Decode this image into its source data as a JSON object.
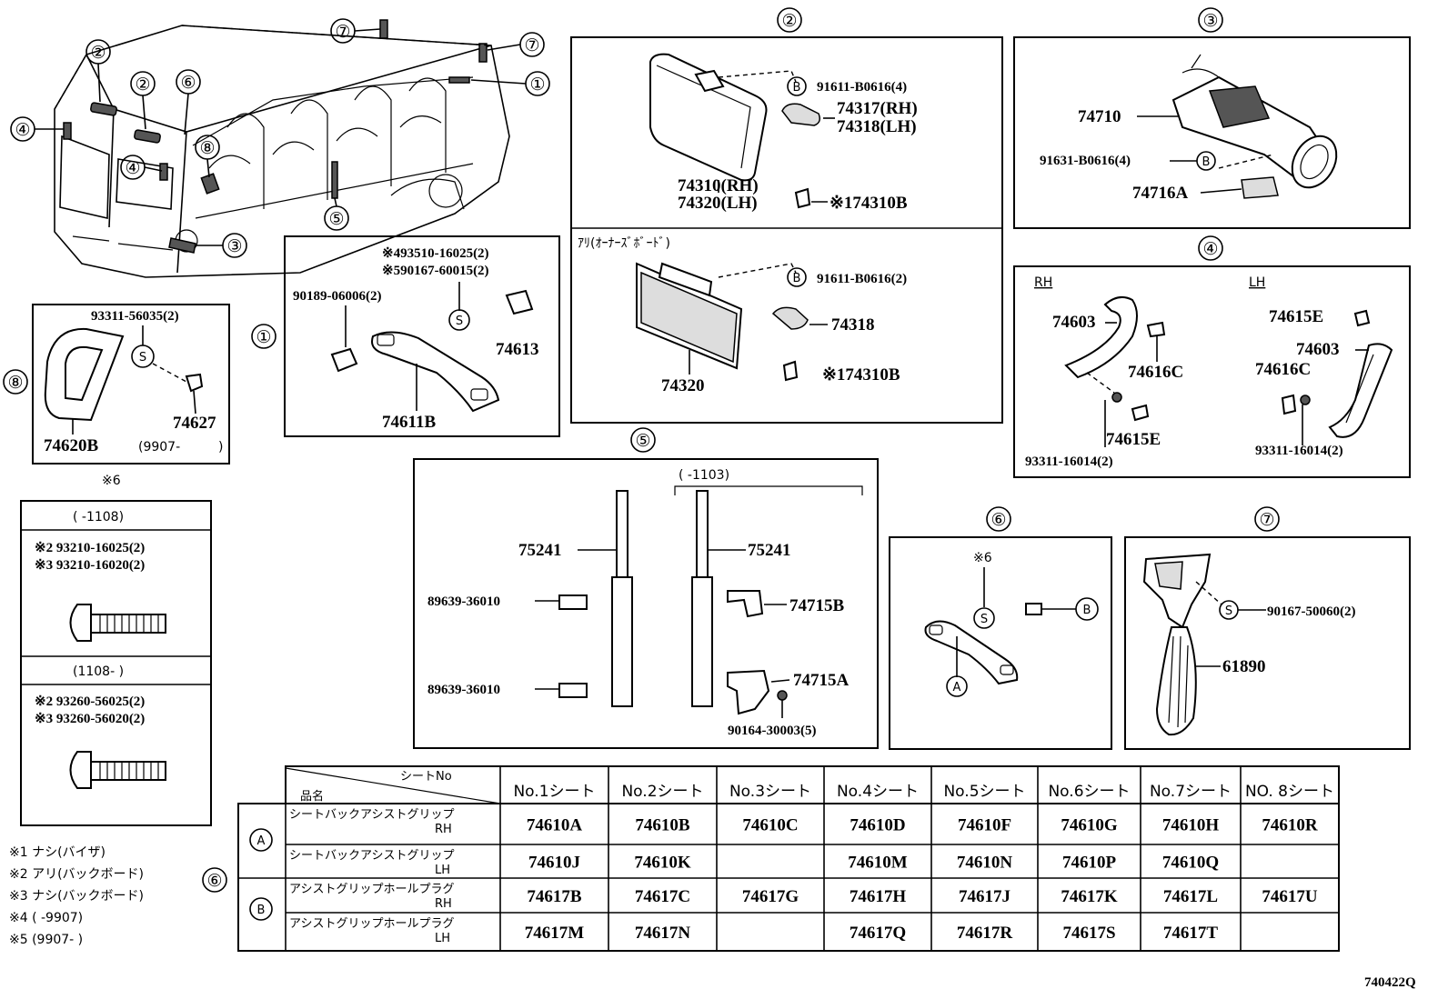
{
  "diagram_code": "740422Q",
  "callouts": {
    "c1": "①",
    "c2": "②",
    "c3": "③",
    "c4": "④",
    "c5": "⑤",
    "c6": "⑥",
    "c7": "⑦",
    "c8": "⑧",
    "ca": "A",
    "cb": "B",
    "cs": "S"
  },
  "box8": {
    "screw": "93311-56035(2)",
    "cover": "74627",
    "grip": "74620B",
    "date": "(9907-",
    "date_end": ")"
  },
  "box1": {
    "clip": "90189-06006(2)",
    "screw_a": "※493510-16025(2)",
    "screw_b": "※590167-60015(2)",
    "cover": "74613",
    "grip": "74611B"
  },
  "box2": {
    "s1": "91611-B0616(4)",
    "bracket_rh": "74317(RH)",
    "bracket_lh": "74318(LH)",
    "visor_rh": "74310(RH)",
    "visor_lh": "74320(LH)",
    "clip": "※174310B",
    "sub_title": "ｱﾘ(ｵｰﾅｰｽﾞﾎﾞｰﾄﾞ)",
    "s2": "91611-B0616(2)",
    "bracket2": "74318",
    "visor2": "74320",
    "clip2": "※174310B"
  },
  "box3": {
    "holder": "74710",
    "screw": "91631-B0616(4)",
    "pad": "74716A"
  },
  "box4": {
    "rh": "RH",
    "lh": "LH",
    "grip_rh": "74603",
    "cap_rh": "74616C",
    "cover_rh": "74615E",
    "screw_rh": "93311-16014(2)",
    "cover_lh": "74615E",
    "grip_lh": "74603",
    "cap_lh": "74616C",
    "screw_lh": "93311-16014(2)"
  },
  "box5": {
    "date": "(     -1103)",
    "pole1": "75241",
    "pole2": "75241",
    "clamp1": "89639-36010",
    "clamp2": "89639-36010",
    "bracket_b": "74715B",
    "bracket_a": "74715A",
    "screw": "90164-30003(5)"
  },
  "box6": {
    "note": "※6"
  },
  "box7": {
    "screw": "90167-50060(2)",
    "handle": "61890"
  },
  "note6": {
    "title": "※6",
    "date1": "(       -1108)",
    "a1": "※2 93210-16025(2)",
    "a2": "※3 93210-16020(2)",
    "date2": "(1108-       )",
    "b1": "※2 93260-56025(2)",
    "b2": "※3 93260-56020(2)"
  },
  "footnotes": [
    "※1 ナシ(バイザ)",
    "※2 アリ(バックボード)",
    "※3 ナシ(バックボード)",
    "※4 (      -9907)",
    "※5 (9907-       )"
  ],
  "table": {
    "corner_top": "シートNo",
    "corner_bottom": "品名",
    "columns": [
      "No.1シート",
      "No.2シート",
      "No.3シート",
      "No.4シート",
      "No.5シート",
      "No.6シート",
      "No.7シート",
      "NO. 8シート"
    ],
    "rows": [
      {
        "group": "A",
        "name": "シートバックアシストグリップ",
        "side": "RH",
        "cells": [
          "74610A",
          "74610B",
          "74610C",
          "74610D",
          "74610F",
          "74610G",
          "74610H",
          "74610R"
        ]
      },
      {
        "group": "A",
        "name": "シートバックアシストグリップ",
        "side": "LH",
        "cells": [
          "74610J",
          "74610K",
          "",
          "74610M",
          "74610N",
          "74610P",
          "74610Q",
          ""
        ]
      },
      {
        "group": "B",
        "name": "アシストグリップホールプラグ",
        "side": "RH",
        "cells": [
          "74617B",
          "74617C",
          "74617G",
          "74617H",
          "74617J",
          "74617K",
          "74617L",
          "74617U"
        ]
      },
      {
        "group": "B",
        "name": "アシストグリップホールプラグ",
        "side": "LH",
        "cells": [
          "74617M",
          "74617N",
          "",
          "74617Q",
          "74617R",
          "74617S",
          "74617T",
          ""
        ]
      }
    ]
  }
}
